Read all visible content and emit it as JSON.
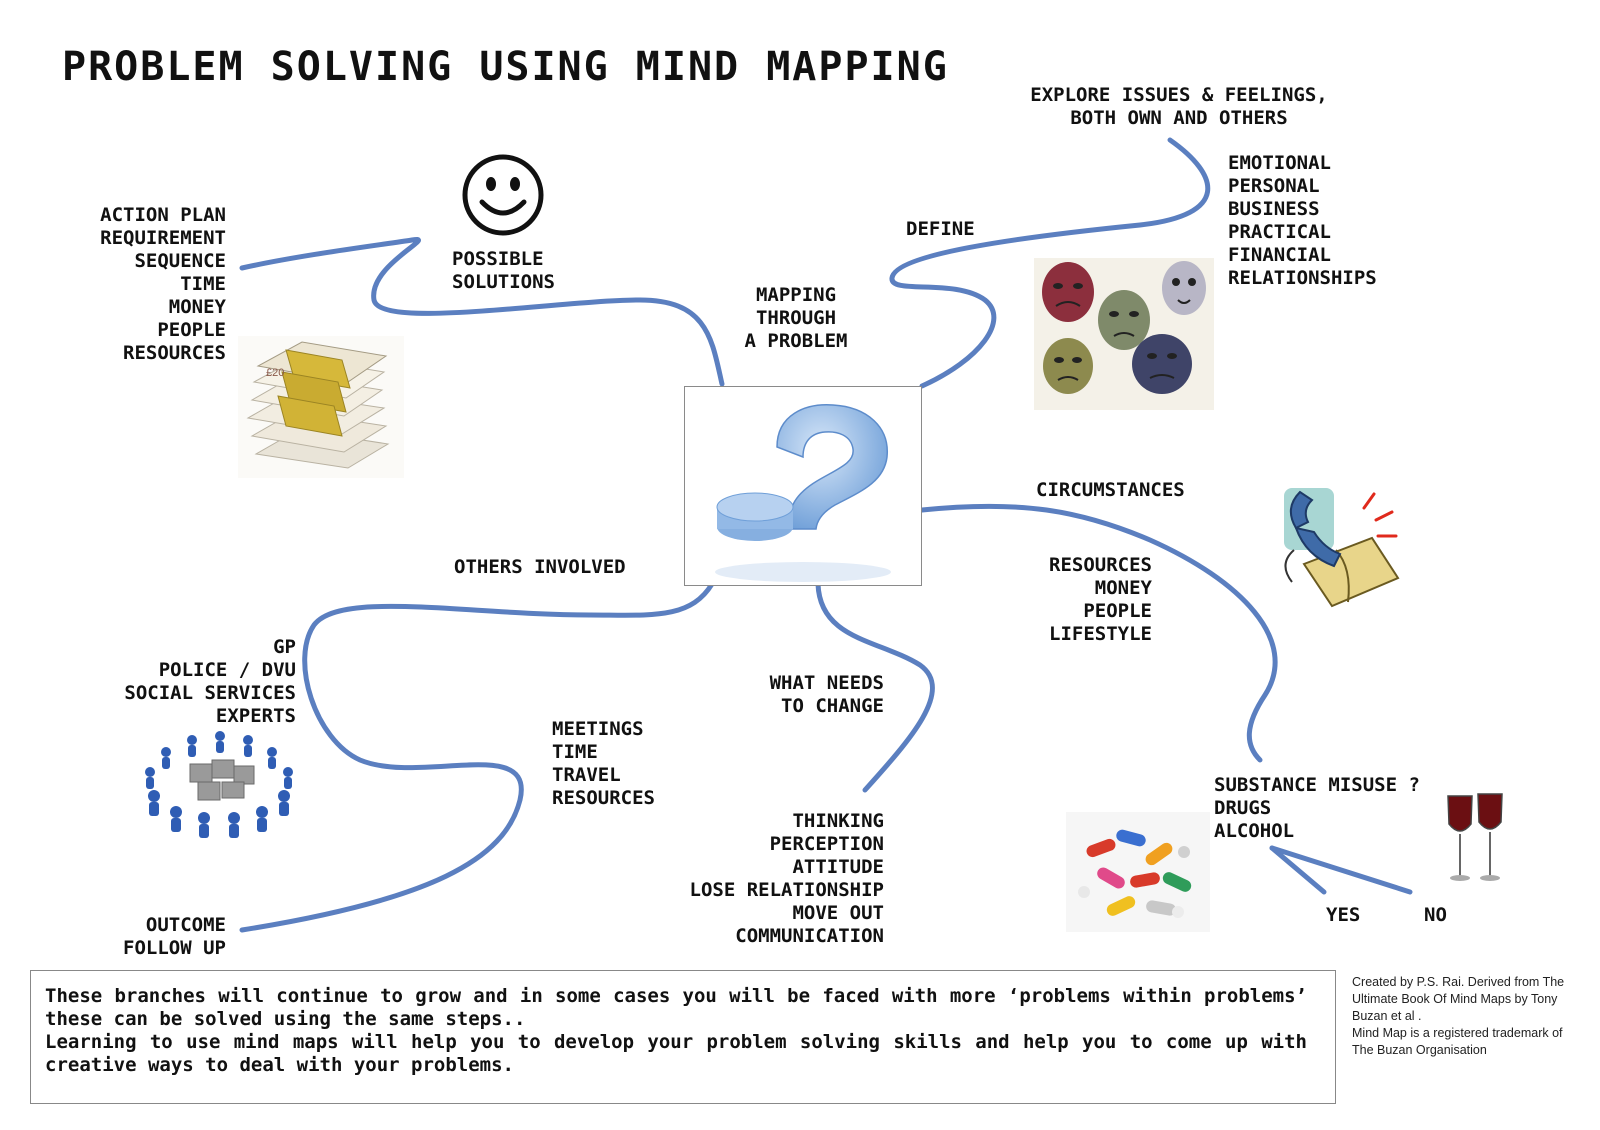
{
  "title": "PROBLEM SOLVING USING MIND MAPPING",
  "center": {
    "label_lines": [
      "MAPPING",
      "THROUGH",
      "A PROBLEM"
    ],
    "icon": "question-mark-icon"
  },
  "branches": {
    "possible_solutions": {
      "title_lines": [
        "POSSIBLE",
        "SOLUTIONS"
      ],
      "icon": "smiley-face-icon",
      "items": [
        "ACTION PLAN",
        "REQUIREMENT",
        "SEQUENCE",
        "TIME",
        "MONEY",
        "PEOPLE",
        "RESOURCES"
      ],
      "image": "banknote-stack-icon"
    },
    "define": {
      "title": "DEFINE",
      "explore_lines": [
        "EXPLORE ISSUES & FEELINGS,",
        "BOTH OWN AND OTHERS"
      ],
      "items": [
        "EMOTIONAL",
        "PERSONAL",
        "BUSINESS",
        "PRACTICAL",
        "FINANCIAL",
        "RELATIONSHIPS"
      ],
      "image": "emotion-masks-icon"
    },
    "circumstances": {
      "title": "CIRCUMSTANCES",
      "items": [
        "RESOURCES",
        "MONEY",
        "PEOPLE",
        "LIFESTYLE"
      ],
      "image": "telephone-book-icon",
      "substance": {
        "title_lines": [
          "SUBSTANCE MISUSE ?",
          "DRUGS",
          "ALCOHOL"
        ],
        "yes": "YES",
        "no": "NO",
        "pills_image": "pills-icon",
        "wine_image": "wine-glasses-icon"
      }
    },
    "what_needs_to_change": {
      "title_lines": [
        "WHAT NEEDS",
        "TO CHANGE"
      ],
      "items": [
        "THINKING",
        "PERCEPTION",
        "ATTITUDE",
        "LOSE RELATIONSHIP",
        "MOVE OUT",
        "COMMUNICATION"
      ]
    },
    "others_involved": {
      "title": "OTHERS INVOLVED",
      "items": [
        "GP",
        "POLICE / DVU",
        "SOCIAL SERVICES",
        "EXPERTS"
      ],
      "image": "people-circle-puzzle-icon",
      "meetings_items": [
        "MEETINGS",
        "TIME",
        "TRAVEL",
        "RESOURCES"
      ],
      "outcome_lines": [
        "OUTCOME",
        "FOLLOW UP"
      ]
    }
  },
  "note": {
    "lines": [
      "These branches will continue to grow and in some cases you will be faced with more ‘problems within problems’ these can be solved using the same steps..",
      "Learning to use mind maps will help you to develop your problem solving skills and help you to come up with creative ways to deal with your problems."
    ]
  },
  "credit": {
    "lines": [
      "Created by P.S. Rai. Derived from The Ultimate Book Of Mind Maps by Tony Buzan et al .",
      "Mind Map is a registered trademark of The Buzan Organisation"
    ]
  },
  "colors": {
    "branch": "#5b7fc0",
    "question": "#7fa8dd"
  }
}
